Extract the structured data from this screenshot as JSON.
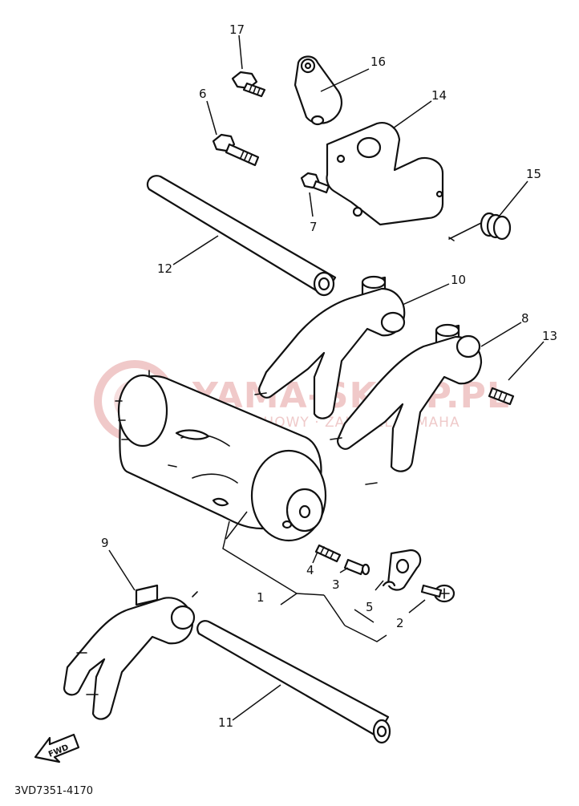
{
  "watermark": {
    "brand": "YAMA-SKLEP.PL",
    "tagline": "WOJ. RECHOWY · ZAŁADEL YAMAHA",
    "color": "#f0c9c9"
  },
  "parts": [
    {
      "number": "17"
    },
    {
      "number": "16"
    },
    {
      "number": "6"
    },
    {
      "number": "14"
    },
    {
      "number": "15"
    },
    {
      "number": "7"
    },
    {
      "number": "12"
    },
    {
      "number": "10"
    },
    {
      "number": "8"
    },
    {
      "number": "13"
    },
    {
      "number": "9"
    },
    {
      "number": "4"
    },
    {
      "number": "3"
    },
    {
      "number": "1"
    },
    {
      "number": "5"
    },
    {
      "number": "2"
    },
    {
      "number": "11"
    }
  ],
  "fwd_label": "FWD",
  "diagram_code": "3VD7351-4170"
}
